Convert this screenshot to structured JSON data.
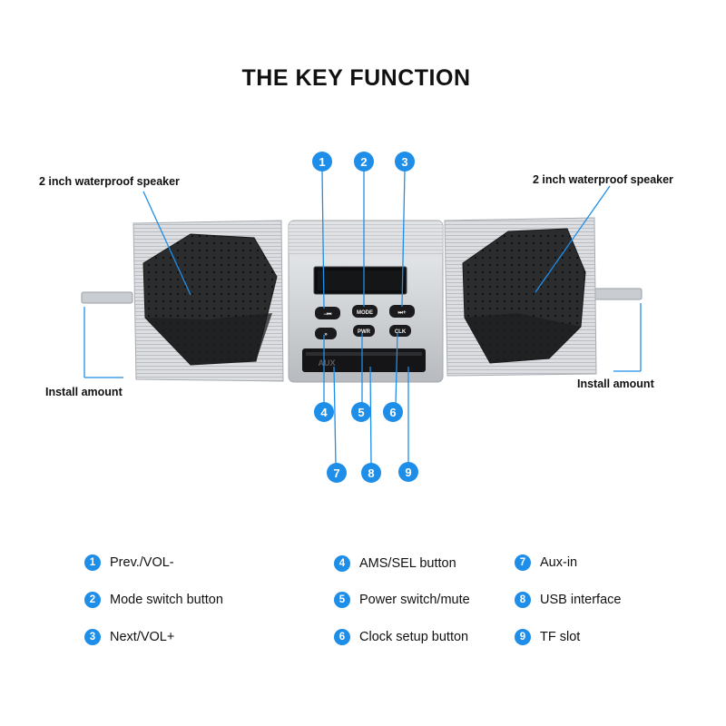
{
  "title": "THE KEY FUNCTION",
  "labels": {
    "speaker_left": "2 inch waterproof speaker",
    "speaker_right": "2 inch waterproof speaker",
    "install_left": "Install amount",
    "install_right": "Install amount"
  },
  "device": {
    "buttons": [
      "−⏮",
      "MODE",
      "⏭+",
      "»",
      "PWR",
      "CLK"
    ],
    "port_label": "AUX"
  },
  "callouts": [
    "1",
    "2",
    "3",
    "4",
    "5",
    "6",
    "7",
    "8",
    "9"
  ],
  "legend": [
    {
      "num": "1",
      "text": "Prev./VOL-"
    },
    {
      "num": "2",
      "text": "Mode switch button"
    },
    {
      "num": "3",
      "text": "Next/VOL+"
    },
    {
      "num": "4",
      "text": "AMS/SEL button"
    },
    {
      "num": "5",
      "text": "Power switch/mute"
    },
    {
      "num": "6",
      "text": "Clock setup button"
    },
    {
      "num": "7",
      "text": "Aux-in"
    },
    {
      "num": "8",
      "text": "USB interface"
    },
    {
      "num": "9",
      "text": "TF slot"
    }
  ],
  "colors": {
    "accent": "#1e8ee8",
    "body": "#d6d8db",
    "grille": "#2b2c2e"
  }
}
